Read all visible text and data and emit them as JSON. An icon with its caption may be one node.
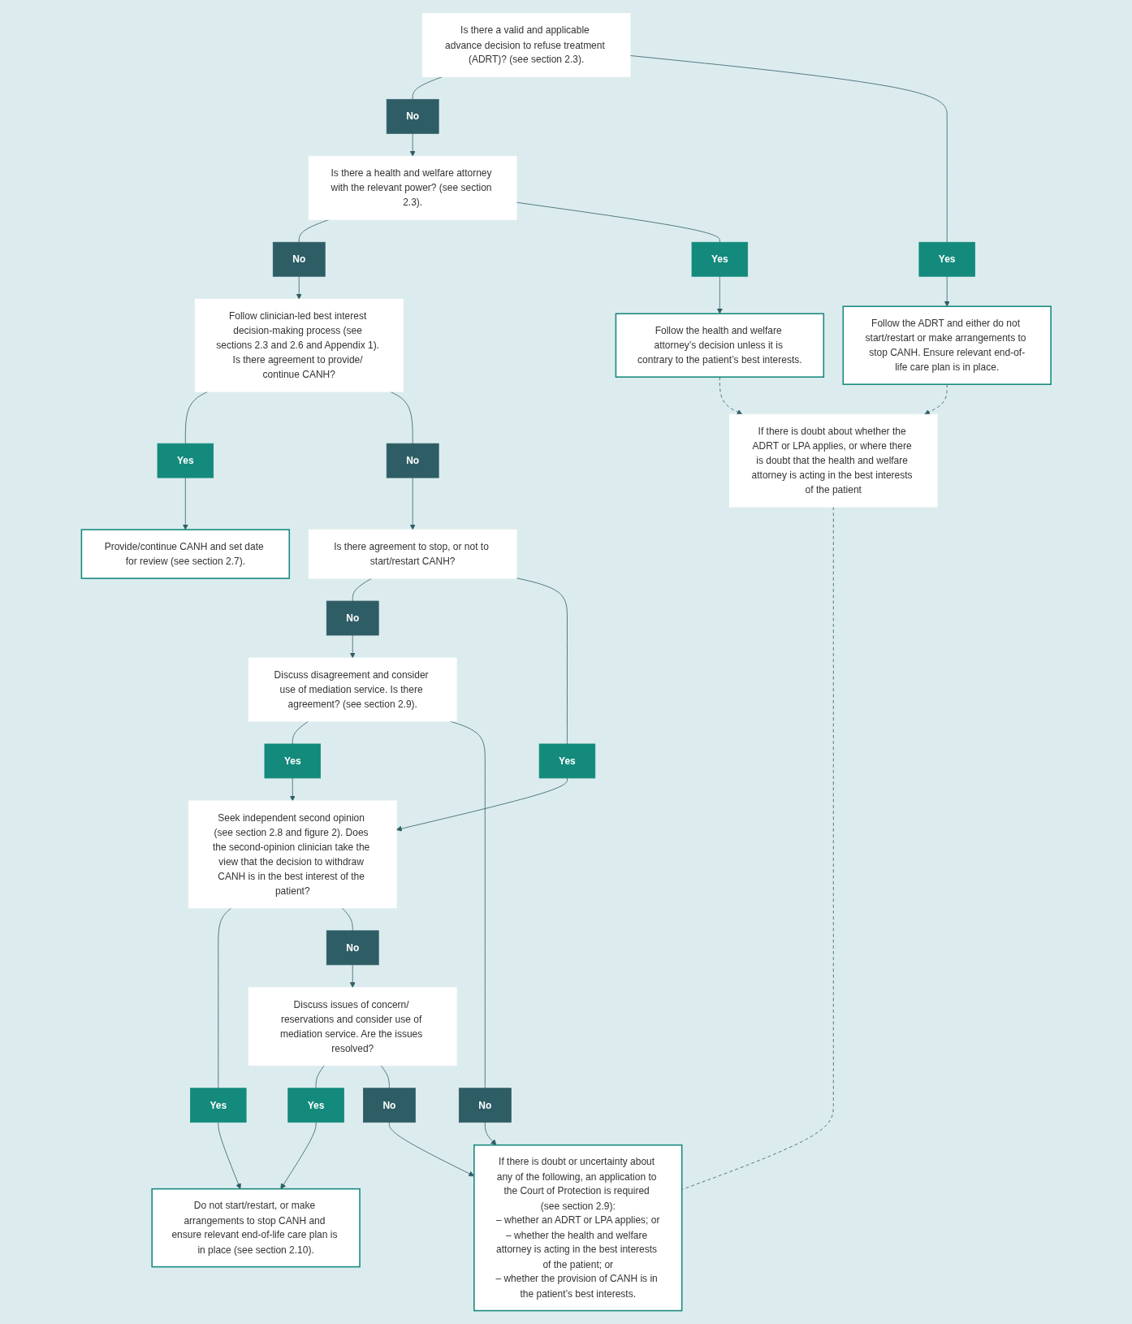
{
  "diagram": {
    "nodes": [
      {
        "text": [
          "Is there a valid and applicable advance decision to refuse treatment (ADRT)? (see section 2.3)."
        ]
      },
      {
        "text": [
          "No"
        ]
      },
      {
        "text": [
          "Yes"
        ]
      },
      {
        "text": [
          "Is there a health and welfare attorney with the relevant power? (see section 2.3)."
        ]
      },
      {
        "text": [
          "Follow the ADRT and either do not start/restart or make arrangements to stop CANH. Ensure relevant end-of-life care plan is in place."
        ]
      },
      {
        "text": [
          "If there is doubt about whether the ADRT or LPA applies, or where there is doubt that the health and welfare attorney is acting in the best interests of the patient"
        ]
      },
      {
        "text": [
          "No"
        ]
      },
      {
        "text": [
          "Yes"
        ]
      },
      {
        "text": [
          "Follow the health and welfare attorney’s decision unless it is contrary to the patient’s best interests."
        ]
      },
      {
        "text": [
          "Follow clinician-led best interest decision-making process (see sections 2.3 and 2.6 and Appendix 1). Is there agreement to provide/ continue CANH?"
        ]
      },
      {
        "text": [
          "Yes"
        ]
      },
      {
        "text": [
          "Provide/continue CANH and set date for review (see section 2.7)."
        ]
      },
      {
        "text": [
          "No"
        ]
      },
      {
        "text": [
          "Is there agreement to stop, or not to start/restart CANH?"
        ]
      },
      {
        "text": [
          "Seek independent second opinion (see section 2.8 and figure 2). Does the second-opinion clinician take the view that the decision to withdraw CANH is in the best interest of the patient?"
        ]
      },
      {
        "text": [
          "No"
        ]
      },
      {
        "text": [
          "Yes"
        ]
      },
      {
        "text": [
          "Yes"
        ]
      },
      {
        "text": [
          "Do not start/restart, or make arrangements to stop CANH and ensure relevant end-of-life care plan is in place (see section 2.10)."
        ]
      },
      {
        "text": [
          "Discuss disagreement and consider use of mediation service. Is there agreement? (see section 2.9)."
        ]
      },
      {
        "text": [
          "Yes"
        ]
      },
      {
        "text": [
          "No"
        ]
      },
      {
        "text": [
          "Discuss issues of concern/ reservations and consider use of mediation service. Are the issues resolved?"
        ]
      },
      {
        "text": [
          "Yes"
        ]
      },
      {
        "text": [
          "No"
        ]
      },
      {
        "text": [
          "No"
        ]
      },
      {
        "text": [
          "If there is doubt or uncertainty about any of the following, an application to the Court of Protection is required (see section 2.9):",
          "– whether an ADRT or LPA applies; or",
          "– whether the health and welfare attorney is acting in the best interests of the patient; or",
          "– whether the provision of CANH is in the patient’s best interests."
        ]
      }
    ],
    "edges": [
      {
        "from": 0,
        "to": 1,
        "arrow": "none"
      },
      {
        "from": 1,
        "to": 3,
        "arrow": "to"
      },
      {
        "from": 0,
        "to": 2,
        "arrow": "none"
      },
      {
        "from": 2,
        "to": 4,
        "arrow": "to"
      },
      {
        "from": 3,
        "to": 6,
        "arrow": "none"
      },
      {
        "from": 6,
        "to": 9,
        "arrow": "to"
      },
      {
        "from": 3,
        "to": 7,
        "arrow": "none"
      },
      {
        "from": 7,
        "to": 8,
        "arrow": "to"
      },
      {
        "from": 4,
        "to": 5,
        "arrow": "to",
        "style": "dashed"
      },
      {
        "from": 8,
        "to": 5,
        "arrow": "to",
        "style": "dashed"
      },
      {
        "from": 9,
        "to": 10,
        "arrow": "none"
      },
      {
        "from": 10,
        "to": 11,
        "arrow": "to"
      },
      {
        "from": 9,
        "to": 12,
        "arrow": "none"
      },
      {
        "from": 12,
        "to": 13,
        "arrow": "to"
      },
      {
        "from": 13,
        "to": 15,
        "arrow": "none"
      },
      {
        "from": 15,
        "to": 19,
        "arrow": "to"
      },
      {
        "from": 13,
        "to": 16,
        "arrow": "none"
      },
      {
        "from": 16,
        "to": 14,
        "arrow": "to"
      },
      {
        "from": 14,
        "to": 17,
        "arrow": "none"
      },
      {
        "from": 17,
        "to": 18,
        "arrow": "to"
      },
      {
        "from": 19,
        "to": 20,
        "arrow": "none"
      },
      {
        "from": 20,
        "to": 14,
        "arrow": "to"
      },
      {
        "from": 14,
        "to": 21,
        "arrow": "none"
      },
      {
        "from": 21,
        "to": 22,
        "arrow": "to"
      },
      {
        "from": 22,
        "to": 23,
        "arrow": "none"
      },
      {
        "from": 23,
        "to": 18,
        "arrow": "to"
      },
      {
        "from": 19,
        "to": 24,
        "arrow": "none"
      },
      {
        "from": 24,
        "to": 26,
        "arrow": "to"
      },
      {
        "from": 22,
        "to": 25,
        "arrow": "none"
      },
      {
        "from": 25,
        "to": 26,
        "arrow": "to"
      },
      {
        "from": 5,
        "to": 26,
        "arrow": "none",
        "style": "dashed"
      }
    ]
  }
}
